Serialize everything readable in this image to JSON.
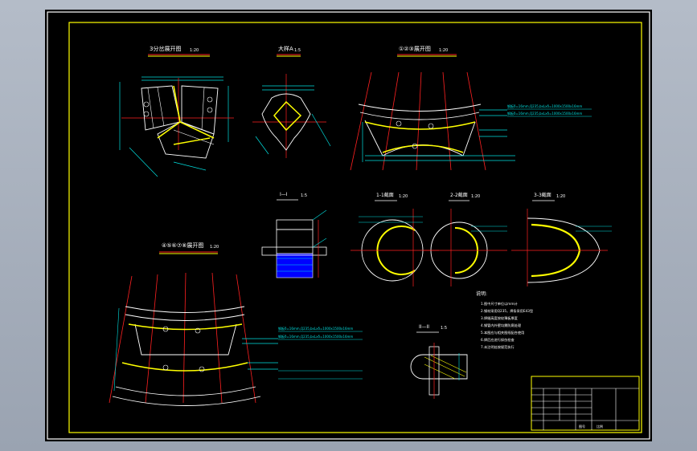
{
  "colors": {
    "background": "#000000",
    "frame": "#ffffff",
    "inner_frame": "#ffff00",
    "centerline": "#ff2020",
    "dimension": "#00e0e0",
    "section": "#ffffff",
    "highlight": "#ffff00",
    "hatch": "#0000ff",
    "window_gray": "#a8b0bc"
  },
  "views": {
    "top_left_title": "3分岔展开图",
    "top_center_title": "大样A",
    "top_right_title": "①②③展开图",
    "mid_left_title": "④⑤⑥⑦⑧展开图",
    "section_cut_title": "I—I",
    "circle_a_title": "1-1截面",
    "circle_b_title": "2-2截面",
    "circle_c_title": "3-3截面",
    "section_2_title": "II—II",
    "scale_1": "1:20",
    "scale_2": "1:5"
  },
  "notes": {
    "heading": "说明:",
    "lines": [
      "1.图中尺寸单位以mm计",
      "2.钢材采用Q235，焊条采用E43型",
      "3.焊缝高度按较薄板厚度",
      "4.钢管内外壁均需防腐处理",
      "5.本图应与相关图纸配合使用",
      "6.焊后应进行探伤检查",
      "7.未注明处按规范执行"
    ]
  },
  "callouts": {
    "upper": [
      "钢板δ=16mm,Q235,bxLxδ=1000x1500x16mm",
      "钢板δ=16mm,Q235,bxLxδ=1000x1500x16mm"
    ],
    "lower": [
      "钢板δ=16mm,Q235,bxLxδ=1000x1500x16mm",
      "钢板δ=16mm,Q235,bxLxδ=1000x1500x16mm"
    ]
  },
  "title_block": {
    "label_a": "图号",
    "label_b": "比例"
  }
}
